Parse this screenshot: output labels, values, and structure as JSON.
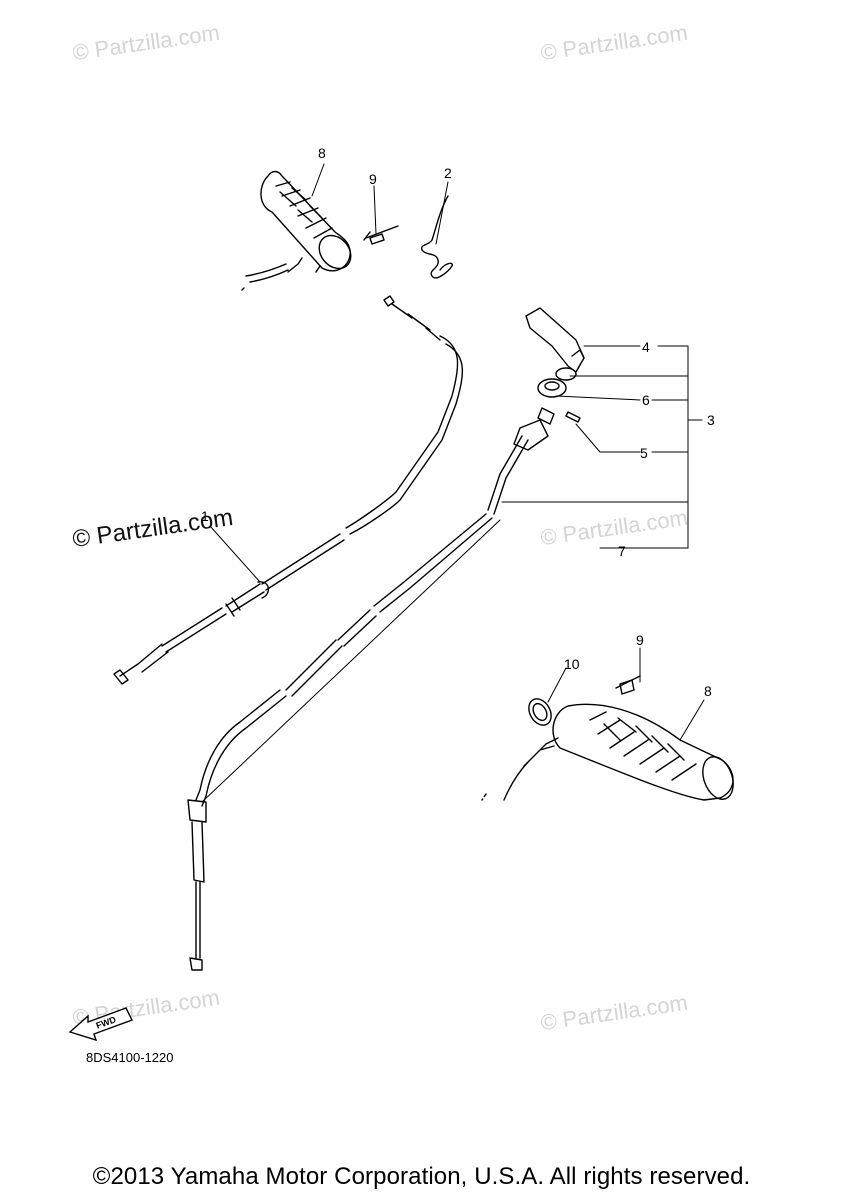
{
  "watermark": {
    "text": "© Partzilla.com",
    "prominent_text": "© Partzilla.com"
  },
  "callouts": {
    "c1": "1",
    "c2": "2",
    "c3": "3",
    "c4": "4",
    "c5": "5",
    "c6": "6",
    "c7": "7",
    "c8a": "8",
    "c8b": "8",
    "c9a": "9",
    "c9b": "9",
    "c10": "10"
  },
  "fwd_label": "FWD",
  "part_code": "8DS4100-1220",
  "copyright": "©2013 Yamaha Motor Corporation, U.S.A. All rights reserved."
}
